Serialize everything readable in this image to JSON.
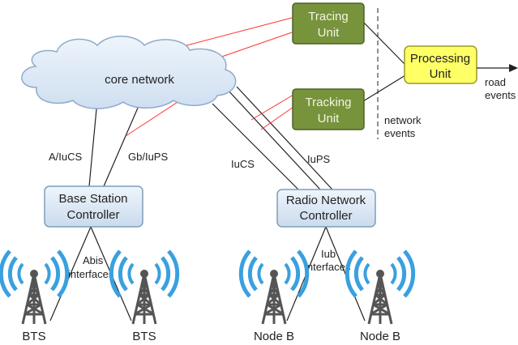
{
  "cloud": {
    "label": "core network"
  },
  "boxes": {
    "tracing": {
      "line1": "Tracing",
      "line2": "Unit"
    },
    "tracking": {
      "line1": "Tracking",
      "line2": "Unit"
    },
    "processing": {
      "line1": "Processing",
      "line2": "Unit"
    },
    "bsc": {
      "line1": "Base Station",
      "line2": "Controller"
    },
    "rnc": {
      "line1": "Radio Network",
      "line2": "Controller"
    }
  },
  "interfaces": {
    "a_iucs": "A/IuCS",
    "gb_iups": "Gb/IuPS",
    "iucs": "IuCS",
    "iups": "IuPS",
    "abis1": "Abis",
    "abis2": "interfaces",
    "iub1": "Iub",
    "iub2": "interfaces"
  },
  "side_labels": {
    "network_events_1": "network",
    "network_events_2": "events",
    "road_events_1": "road",
    "road_events_2": "events"
  },
  "towers": {
    "bts1": "BTS",
    "bts2": "BTS",
    "nodeb1": "Node B",
    "nodeb2": "Node B"
  },
  "colors": {
    "green_box": "#77933c",
    "green_box_border": "#4f6228",
    "yellow_box": "#ffff66",
    "yellow_box_border": "#9a9a2a",
    "blue_box": "#dce9f5",
    "blue_box_border": "#7f9db9",
    "cloud": "#dfe9f5",
    "cloud_border": "#8faacc",
    "red_link": "#ff3333",
    "black_link": "#222222",
    "tower_blue": "#3aa0df",
    "tower_grey": "#555555"
  }
}
